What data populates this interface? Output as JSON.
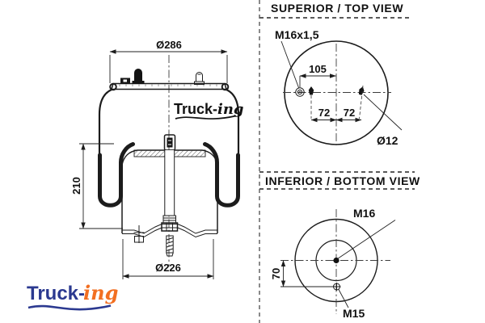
{
  "side_view": {
    "dim_top_diameter": "Ø286",
    "dim_height": "210",
    "dim_bottom_diameter": "Ø226"
  },
  "top_view": {
    "title": "SUPERIOR / TOP VIEW",
    "thread_label": "M16x1,5",
    "dim_offset": "105",
    "dim_left": "72",
    "dim_right": "72",
    "stud_diameter_label": "Ø12"
  },
  "bottom_view": {
    "title": "INFERIOR / BOTTOM VIEW",
    "center_thread_label": "M16",
    "dim_offset": "70",
    "side_thread_label": "M15"
  },
  "brand": {
    "logo_top": {
      "part1": "Truck-",
      "part2": "ing"
    },
    "logo_bottom": {
      "part1": "Truck-",
      "part2": "ing"
    },
    "colors": {
      "blue": "#2B3990",
      "orange": "#F26F21",
      "ink": "#111111"
    }
  }
}
